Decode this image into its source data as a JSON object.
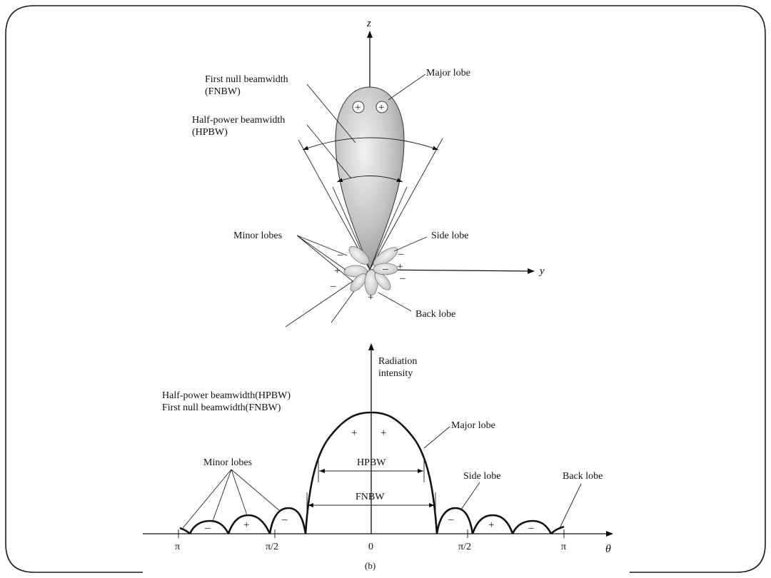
{
  "top_diagram": {
    "axis_z": "z",
    "axis_y": "y",
    "label_fnbw": "First null beamwidth",
    "label_fnbw_abbr": "(FNBW)",
    "label_hpbw": "Half-power beamwidth",
    "label_hpbw_abbr": "(HPBW)",
    "label_major_lobe": "Major lobe",
    "label_minor_lobes": "Minor lobes",
    "label_side_lobe": "Side lobe",
    "label_back_lobe": "Back lobe",
    "plus": "+",
    "minus": "–"
  },
  "bottom_diagram": {
    "axis_radiation_1": "Radiation",
    "axis_radiation_2": "intensity",
    "legend_hpbw": "Half-power beamwidth(HPBW)",
    "legend_fnbw": "First null beamwidth(FNBW)",
    "label_major_lobe": "Major lobe",
    "label_minor_lobes": "Minor lobes",
    "label_side_lobe": "Side lobe",
    "label_back_lobe": "Back lobe",
    "label_hpbw": "HPBW",
    "label_fnbw": "FNBW",
    "tick_pi_left": "π",
    "tick_pi2_left": "π/2",
    "tick_zero": "0",
    "tick_pi2_right": "π/2",
    "tick_pi_right": "π",
    "axis_theta": "θ",
    "caption": "(b)",
    "plus": "+",
    "minus": "–"
  }
}
